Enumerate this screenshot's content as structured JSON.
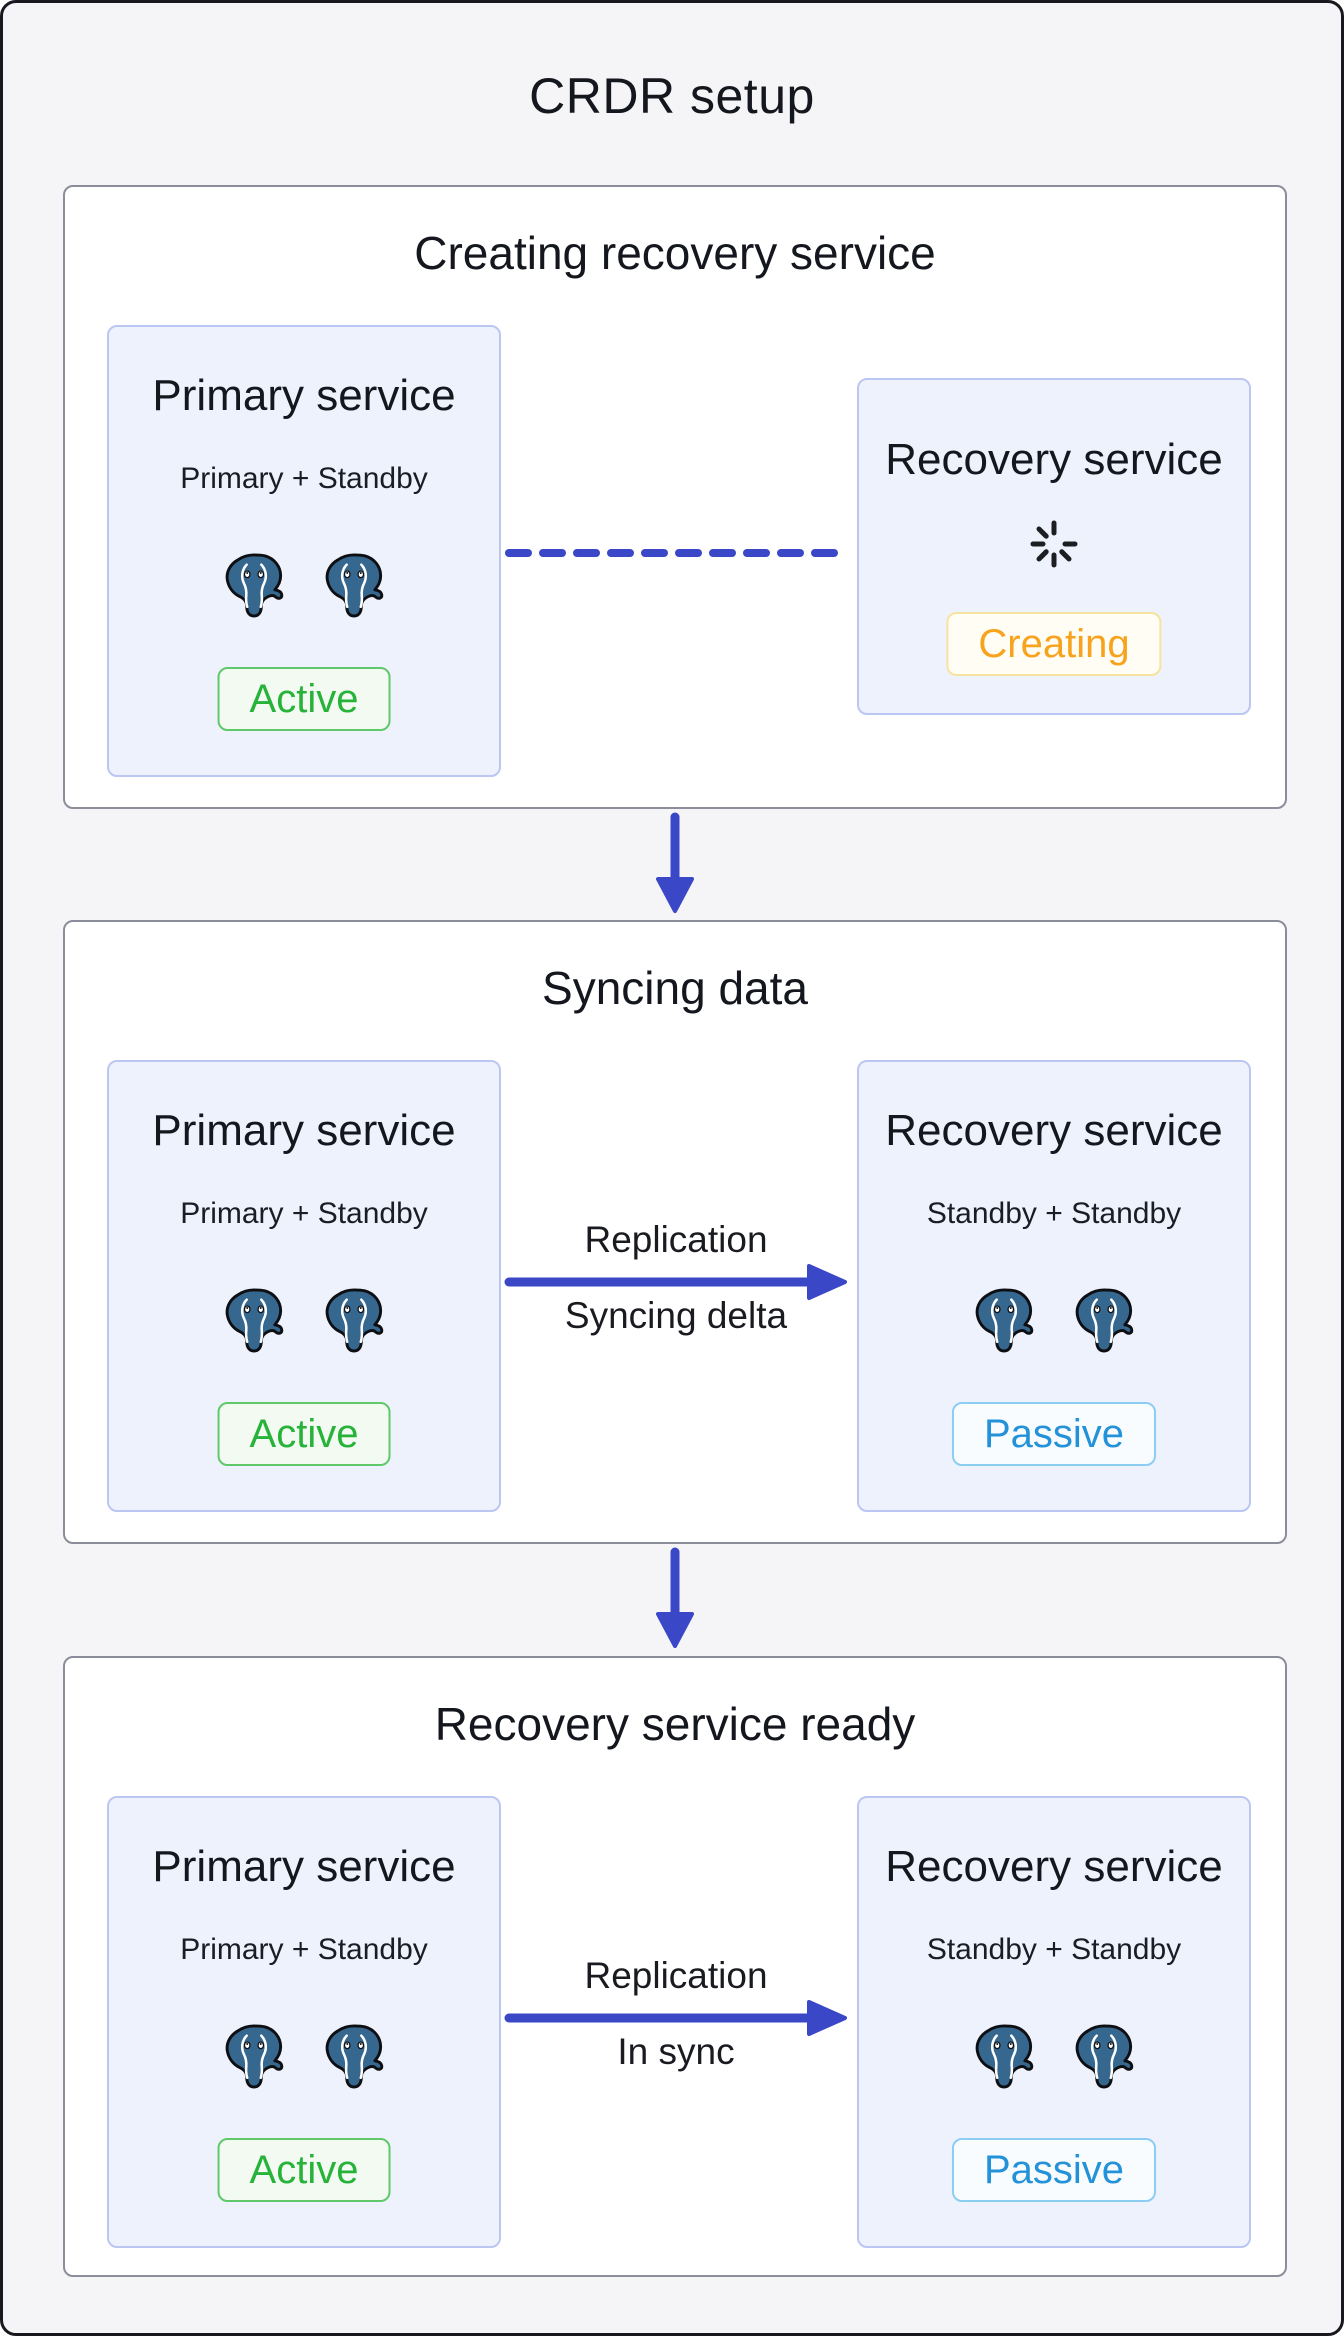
{
  "page": {
    "title": "CRDR setup"
  },
  "colors": {
    "background": "#f5f5f7",
    "frame_border": "#17191f",
    "section_background": "#ffffff",
    "section_border": "#8b8e9a",
    "card_background": "#eef2fd",
    "card_border": "#bbc6f2",
    "accent_blue": "#3a47c6",
    "active_green": "#27b33a",
    "creating_orange": "#f8a31d",
    "passive_blue": "#2492d8",
    "elephant_blue": "#36678f",
    "text": "#15171e"
  },
  "icons": {
    "database_instance": "postgresql-elephant-icon",
    "loading": "spinner-icon",
    "flow": "down-arrow-icon",
    "replication": "right-arrow-icon"
  },
  "sections": [
    {
      "title": "Creating recovery service",
      "primary": {
        "title": "Primary service",
        "subtitle": "Primary + Standby",
        "status": "Active"
      },
      "recovery": {
        "title": "Recovery service",
        "status": "Creating"
      },
      "connector": {
        "type": "dashed-line"
      }
    },
    {
      "title": "Syncing data",
      "primary": {
        "title": "Primary service",
        "subtitle": "Primary + Standby",
        "status": "Active"
      },
      "recovery": {
        "title": "Recovery service",
        "subtitle": "Standby + Standby",
        "status": "Passive"
      },
      "connector": {
        "type": "arrow",
        "label_top": "Replication",
        "label_bottom": "Syncing delta"
      }
    },
    {
      "title": "Recovery service ready",
      "primary": {
        "title": "Primary service",
        "subtitle": "Primary + Standby",
        "status": "Active"
      },
      "recovery": {
        "title": "Recovery service",
        "subtitle": "Standby + Standby",
        "status": "Passive"
      },
      "connector": {
        "type": "arrow",
        "label_top": "Replication",
        "label_bottom": "In sync"
      }
    }
  ]
}
